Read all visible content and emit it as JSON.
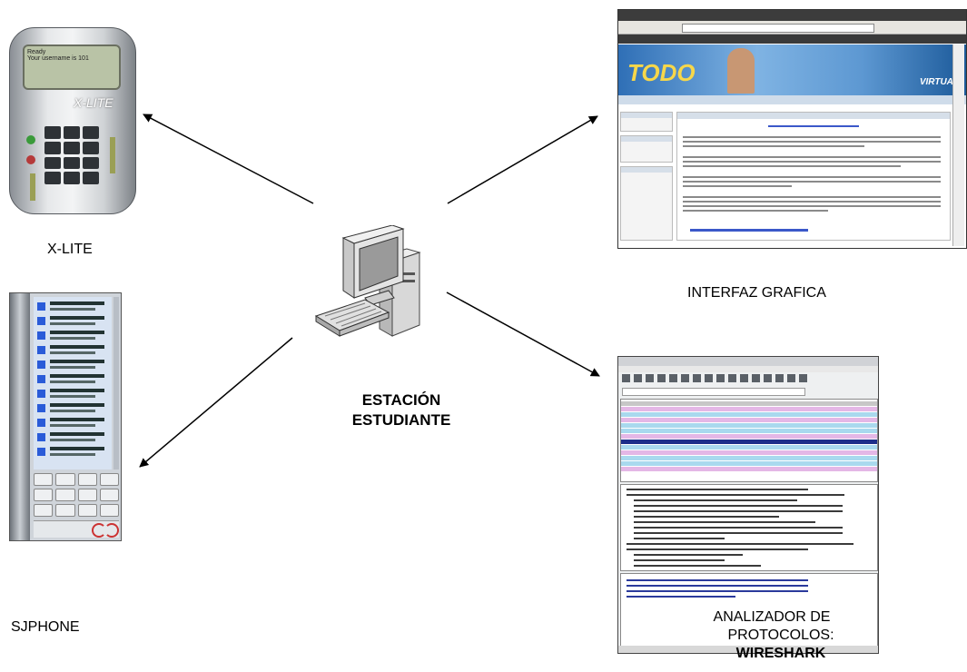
{
  "center": {
    "line1": "ESTACIÓN",
    "line2": "ESTUDIANTE"
  },
  "labels": {
    "xlite": "X-LITE",
    "sjphone": "SJPHONE",
    "interfaz": "INTERFAZ GRAFICA",
    "analizador_line1": "ANALIZADOR DE",
    "analizador_line2": "PROTOCOLOS:",
    "analizador_line3": "WIRESHARK"
  },
  "xlite_screen": {
    "line1": "Ready",
    "line2": "Your username is 101"
  },
  "xlite_brand": "X-LITE",
  "browser_banner": {
    "logo": "TODO",
    "tag": "VIRTUAL"
  },
  "icons": {
    "computer": "computer-icon",
    "phone": "softphone-icon",
    "browser": "browser-window-icon",
    "sniffer": "packet-analyzer-icon"
  },
  "colors": {
    "arrow": "#000000",
    "sj_list": "#d8e3f2",
    "ws_highlight": "#1d2e8a"
  }
}
